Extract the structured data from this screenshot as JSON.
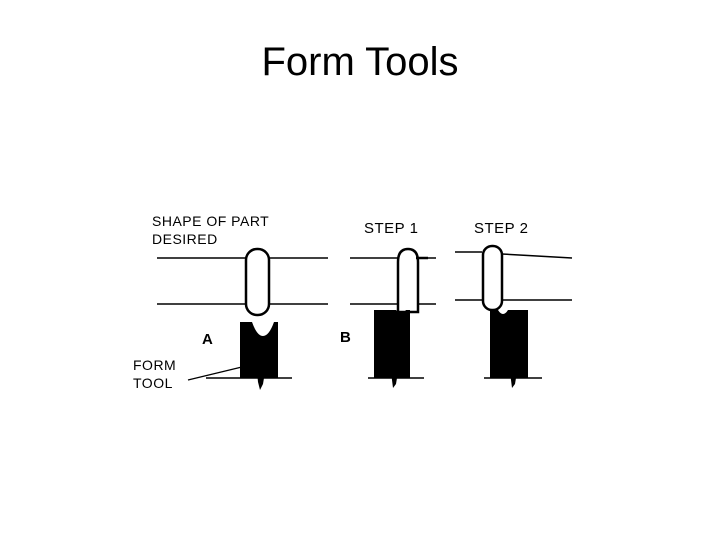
{
  "slide": {
    "title": "Form Tools"
  },
  "diagram": {
    "shape_label_line1": "SHAPE OF PART",
    "shape_label_line2": "DESIRED",
    "step1_label": "STEP 1",
    "step2_label": "STEP 2",
    "marker_a": "A",
    "marker_b": "B",
    "form_tool_line1": "FORM",
    "form_tool_line2": "TOOL"
  },
  "colors": {
    "ink": "#000000",
    "background": "#ffffff"
  }
}
